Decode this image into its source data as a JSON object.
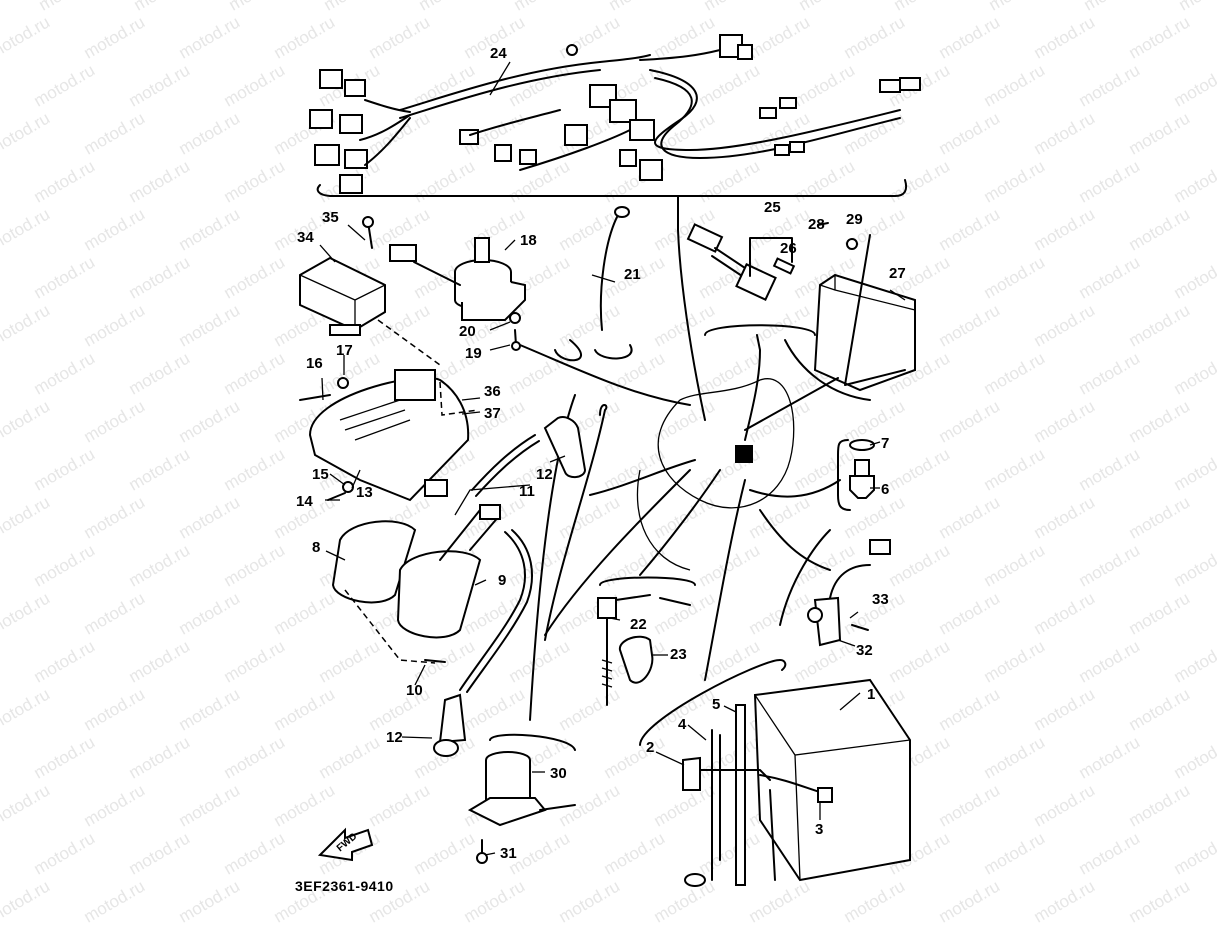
{
  "diagram": {
    "title": "Electrical parts diagram",
    "drawing_code": "3EF2361-9410",
    "watermark": "motod.ru",
    "fwd_label": "FWD",
    "callouts": [
      {
        "id": "1",
        "label": "1",
        "part": "battery"
      },
      {
        "id": "2",
        "label": "2",
        "part": "battery band / holder"
      },
      {
        "id": "3",
        "label": "3",
        "part": "battery terminal bolt"
      },
      {
        "id": "4",
        "label": "4",
        "part": "clamp"
      },
      {
        "id": "5",
        "label": "5",
        "part": "breather pipe"
      },
      {
        "id": "6",
        "label": "6",
        "part": "neutral switch"
      },
      {
        "id": "7",
        "label": "7",
        "part": "gasket"
      },
      {
        "id": "8",
        "label": "8",
        "part": "ignition coil 1"
      },
      {
        "id": "9",
        "label": "9",
        "part": "ignition coil 2"
      },
      {
        "id": "10",
        "label": "10",
        "part": "bolt"
      },
      {
        "id": "11",
        "label": "11",
        "part": "plug cap lead"
      },
      {
        "id": "12",
        "label": "12",
        "part": "spark plug cap"
      },
      {
        "id": "12b",
        "label": "12",
        "part": "spark plug cap"
      },
      {
        "id": "13",
        "label": "13",
        "part": "bracket"
      },
      {
        "id": "14",
        "label": "14",
        "part": "bolt"
      },
      {
        "id": "15",
        "label": "15",
        "part": "collar"
      },
      {
        "id": "16",
        "label": "16",
        "part": "bolt"
      },
      {
        "id": "17",
        "label": "17",
        "part": "nut"
      },
      {
        "id": "18",
        "label": "18",
        "part": "main switch"
      },
      {
        "id": "19",
        "label": "19",
        "part": "bolt"
      },
      {
        "id": "20",
        "label": "20",
        "part": "washer"
      },
      {
        "id": "21",
        "label": "21",
        "part": "sensor lead"
      },
      {
        "id": "22",
        "label": "22",
        "part": "rear brake switch"
      },
      {
        "id": "23",
        "label": "23",
        "part": "bracket"
      },
      {
        "id": "24",
        "label": "24",
        "part": "wire harness"
      },
      {
        "id": "25",
        "label": "25",
        "part": "fuse holder"
      },
      {
        "id": "26",
        "label": "26",
        "part": "fuse"
      },
      {
        "id": "27",
        "label": "27",
        "part": "CDI unit"
      },
      {
        "id": "28",
        "label": "28",
        "part": "bolt"
      },
      {
        "id": "29",
        "label": "29",
        "part": "nut"
      },
      {
        "id": "30",
        "label": "30",
        "part": "starter relay"
      },
      {
        "id": "31",
        "label": "31",
        "part": "bolt"
      },
      {
        "id": "32",
        "label": "32",
        "part": "sidestand switch"
      },
      {
        "id": "33",
        "label": "33",
        "part": "screw"
      },
      {
        "id": "34",
        "label": "34",
        "part": "rectifier regulator"
      },
      {
        "id": "35",
        "label": "35",
        "part": "screw"
      },
      {
        "id": "36",
        "label": "36",
        "part": "washer"
      },
      {
        "id": "37",
        "label": "37",
        "part": "nut"
      }
    ]
  }
}
